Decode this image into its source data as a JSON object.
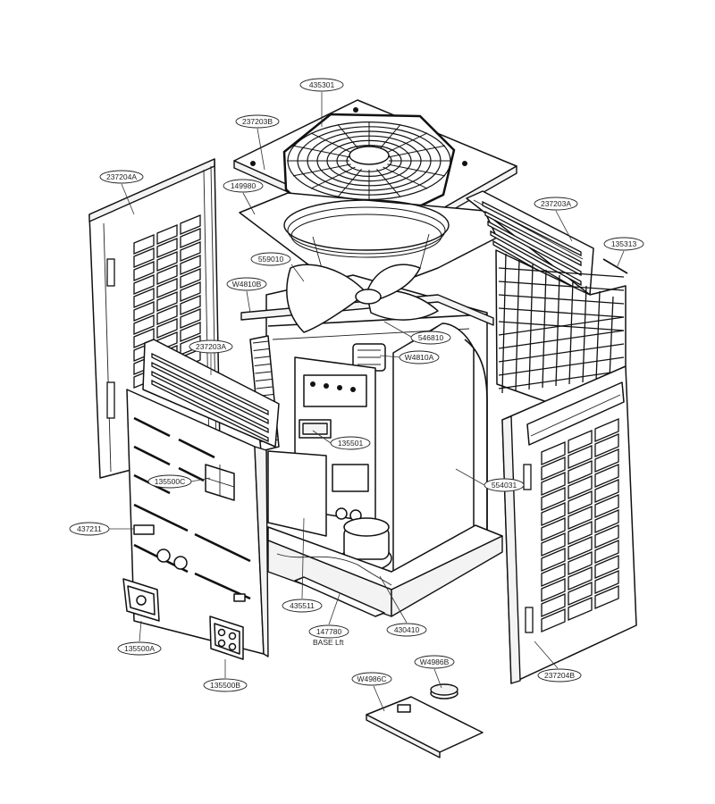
{
  "callouts": [
    {
      "id": "c435301",
      "text": "435301"
    },
    {
      "id": "c237203b",
      "text": "237203B"
    },
    {
      "id": "c237204a",
      "text": "237204A"
    },
    {
      "id": "c149980",
      "text": "149980"
    },
    {
      "id": "c237203a_r",
      "text": "237203A"
    },
    {
      "id": "c135313",
      "text": "135313"
    },
    {
      "id": "c559010",
      "text": "559010"
    },
    {
      "id": "cw4810b",
      "text": "W4810B"
    },
    {
      "id": "c546810",
      "text": "546810"
    },
    {
      "id": "cw4810a",
      "text": "W4810A"
    },
    {
      "id": "c237203a_l",
      "text": "237203A"
    },
    {
      "id": "c135501",
      "text": "135501"
    },
    {
      "id": "c135500c",
      "text": "135500C"
    },
    {
      "id": "c554031",
      "text": "554031"
    },
    {
      "id": "c437211",
      "text": "437211"
    },
    {
      "id": "c435511",
      "text": "435511"
    },
    {
      "id": "c147780",
      "text": "147780"
    },
    {
      "id": "c430410",
      "text": "430410"
    },
    {
      "id": "c135500a",
      "text": "135500A"
    },
    {
      "id": "c135500b",
      "text": "135500B"
    },
    {
      "id": "cw4986b",
      "text": "W4986B"
    },
    {
      "id": "cw4986c",
      "text": "W4986C"
    },
    {
      "id": "c237204b",
      "text": "237204B"
    }
  ],
  "base_note": "BASE Lft"
}
